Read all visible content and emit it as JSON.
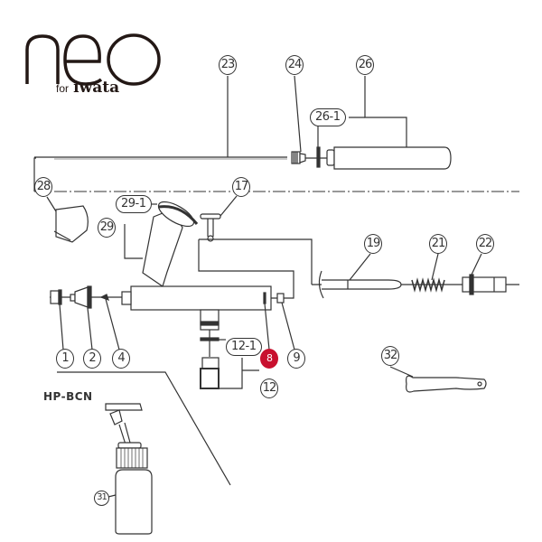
{
  "logo": {
    "word": "neo",
    "prefix": "for",
    "brand": "iwata"
  },
  "accent_color": "#c8102e",
  "set_label": "HP-BCN",
  "callouts": {
    "c23": "23",
    "c24": "24",
    "c26": "26",
    "c26_1": "26-1",
    "c28": "28",
    "c17": "17",
    "c29_1": "29-1",
    "c29": "29",
    "c19": "19",
    "c21": "21",
    "c22": "22",
    "c1": "1",
    "c2": "2",
    "c4": "4",
    "c12_1": "12-1",
    "c8": "8",
    "c9": "9",
    "c12": "12",
    "c32": "32",
    "c31": "31"
  },
  "highlighted_part": "8"
}
